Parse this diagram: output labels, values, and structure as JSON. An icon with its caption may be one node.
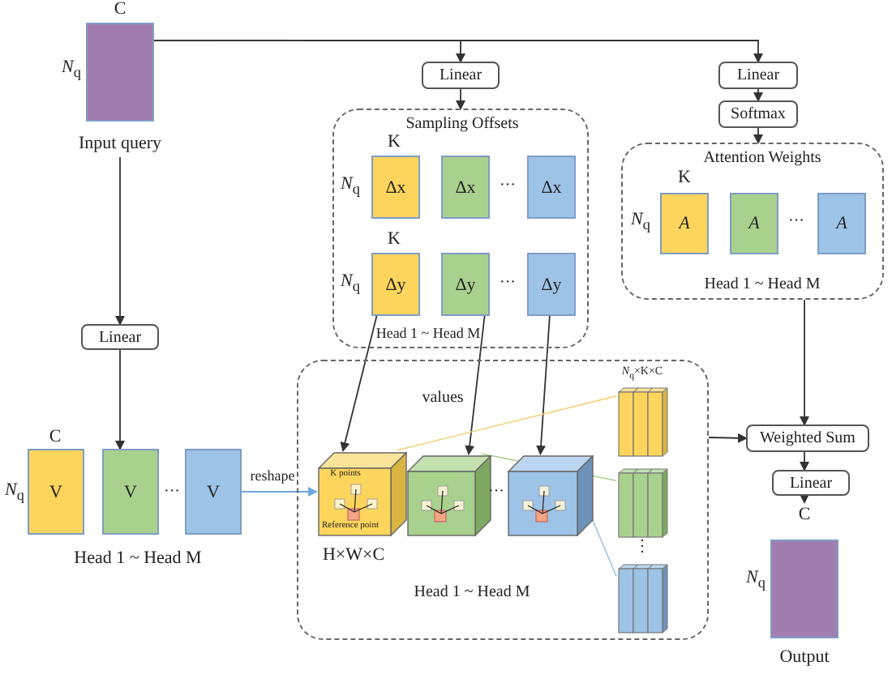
{
  "diagram": {
    "nodes": [
      {
        "text": [
          "Input query"
        ],
        "beside": [
          "C",
          "*N*$_{q}$"
        ]
      },
      {
        "text": [
          "Linear"
        ]
      },
      {
        "text": [
          "Linear"
        ]
      },
      {
        "text": [
          "Softmax"
        ]
      },
      {
        "text": [
          "Sampling Offsets",
          "Head 1 ~ Head M"
        ]
      },
      {
        "text": [
          "Δx"
        ],
        "in": 4
      },
      {
        "text": [
          "Δx"
        ],
        "in": 4
      },
      {
        "text": [
          "Δx"
        ],
        "in": 4
      },
      {
        "text": [
          "Δy"
        ],
        "in": 4
      },
      {
        "text": [
          "Δy"
        ],
        "in": 4
      },
      {
        "text": [
          "Δy"
        ],
        "in": 4
      },
      {
        "text": [
          "Attention Weights",
          "Head 1 ~ Head M"
        ]
      },
      {
        "text": [
          "A"
        ],
        "in": 11
      },
      {
        "text": [
          "A"
        ],
        "in": 11
      },
      {
        "text": [
          "A"
        ],
        "in": 11
      },
      {
        "text": [
          "Linear"
        ]
      },
      {
        "text": [
          "V"
        ]
      },
      {
        "text": [
          "V"
        ]
      },
      {
        "text": [
          "V"
        ]
      },
      {
        "text": [
          "values",
          "Head 1 ~ Head M"
        ]
      },
      {
        "text": [],
        "shape": "cube",
        "in": 19
      },
      {
        "text": [],
        "shape": "cube",
        "in": 19
      },
      {
        "text": [],
        "shape": "cube",
        "in": 19
      },
      {
        "text": [],
        "shape": "bar",
        "in": 19
      },
      {
        "text": [],
        "shape": "bar",
        "in": 19
      },
      {
        "text": [],
        "shape": "bar",
        "in": 19
      },
      {
        "text": [
          "Weighted Sum"
        ]
      },
      {
        "text": [
          "Linear"
        ]
      },
      {
        "text": [
          "Output"
        ],
        "beside": [
          "C",
          "*N*$_{q}$"
        ]
      }
    ],
    "edges": [
      {
        "from": 0,
        "to": 1,
        "arrow": "to"
      },
      {
        "from": 0,
        "to": 2,
        "arrow": "to"
      },
      {
        "from": 0,
        "to": 15,
        "arrow": "to"
      },
      {
        "from": 1,
        "to": 4,
        "arrow": "to"
      },
      {
        "from": 2,
        "to": 3,
        "arrow": "to"
      },
      {
        "from": 3,
        "to": 11,
        "arrow": "to"
      },
      {
        "from": 15,
        "to": 17,
        "arrow": "to"
      },
      {
        "from": 18,
        "to": 20,
        "arrow": "to",
        "label": "reshape",
        "color": "#6fa8dc"
      },
      {
        "from": 8,
        "to": 20,
        "arrow": "to"
      },
      {
        "from": 9,
        "to": 21,
        "arrow": "to"
      },
      {
        "from": 10,
        "to": 22,
        "arrow": "to"
      },
      {
        "from": 19,
        "to": 26,
        "arrow": "to"
      },
      {
        "from": 11,
        "to": 26,
        "arrow": "to"
      },
      {
        "from": 26,
        "to": 27,
        "arrow": "to"
      },
      {
        "from": 27,
        "to": 28,
        "arrow": "to"
      },
      {
        "from": 20,
        "to": 23,
        "arrow": "none",
        "color": "#f3d27a"
      },
      {
        "from": 21,
        "to": 24,
        "arrow": "none",
        "color": "#a9d18e"
      },
      {
        "from": 22,
        "to": 25,
        "arrow": "none",
        "color": "#9dc3e6"
      }
    ],
    "labels": [
      "K",
      "*N*$_{q}$",
      "···",
      "K",
      "*N*$_{q}$",
      "···",
      "K",
      "*N*$_{q}$",
      "···",
      "C",
      "*N*$_{q}$",
      "···",
      "Head 1 ~ Head M",
      "K points",
      "Reference point",
      "···",
      "H×W×C",
      "*N*$_{q}$×K×C",
      "⋮"
    ]
  }
}
